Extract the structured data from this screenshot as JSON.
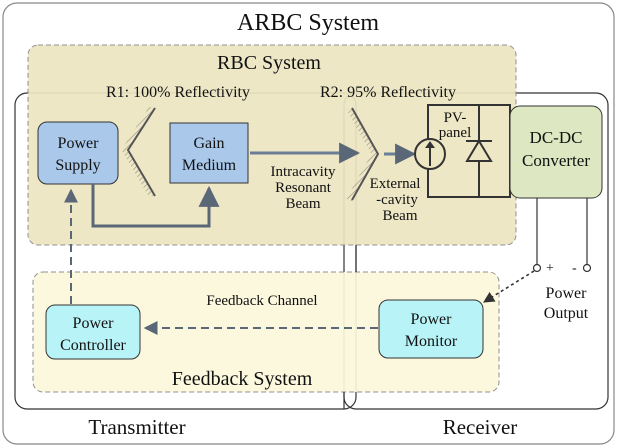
{
  "title": "ARBC System",
  "rbc_label": "RBC System",
  "feedback_label": "Feedback System",
  "r1_label": "R1: 100% Reflectivity",
  "r2_label": "R2: 95% Reflectivity",
  "power_supply": [
    "Power",
    "Supply"
  ],
  "gain_medium": [
    "Gain",
    "Medium"
  ],
  "intracavity_beam": [
    "Intracavity",
    "Resonant",
    "Beam"
  ],
  "external_beam": [
    "External",
    "-cavity",
    "Beam"
  ],
  "pv_panel": [
    "PV-",
    "panel"
  ],
  "dcdc": [
    "DC-DC",
    "Converter"
  ],
  "plus": "+",
  "minus": "-",
  "power_output": [
    "Power",
    "Output"
  ],
  "feedback_channel": "Feedback Channel",
  "power_controller": [
    "Power",
    "Controller"
  ],
  "power_monitor": [
    "Power",
    "Monitor"
  ],
  "transmitter": "Transmitter",
  "receiver": "Receiver",
  "colors": {
    "rbc_fill": "#ece6c2",
    "rbc_title": "#4f8a2c",
    "feedback_fill": "#fbf8dc",
    "feedback_title": "#6a7a3c",
    "blue_box": "#a9c8ea",
    "cyan_box": "#b8f3f8",
    "green_box": "#dde7c1",
    "line": "#5a6777",
    "beam": "#6c7e95"
  }
}
